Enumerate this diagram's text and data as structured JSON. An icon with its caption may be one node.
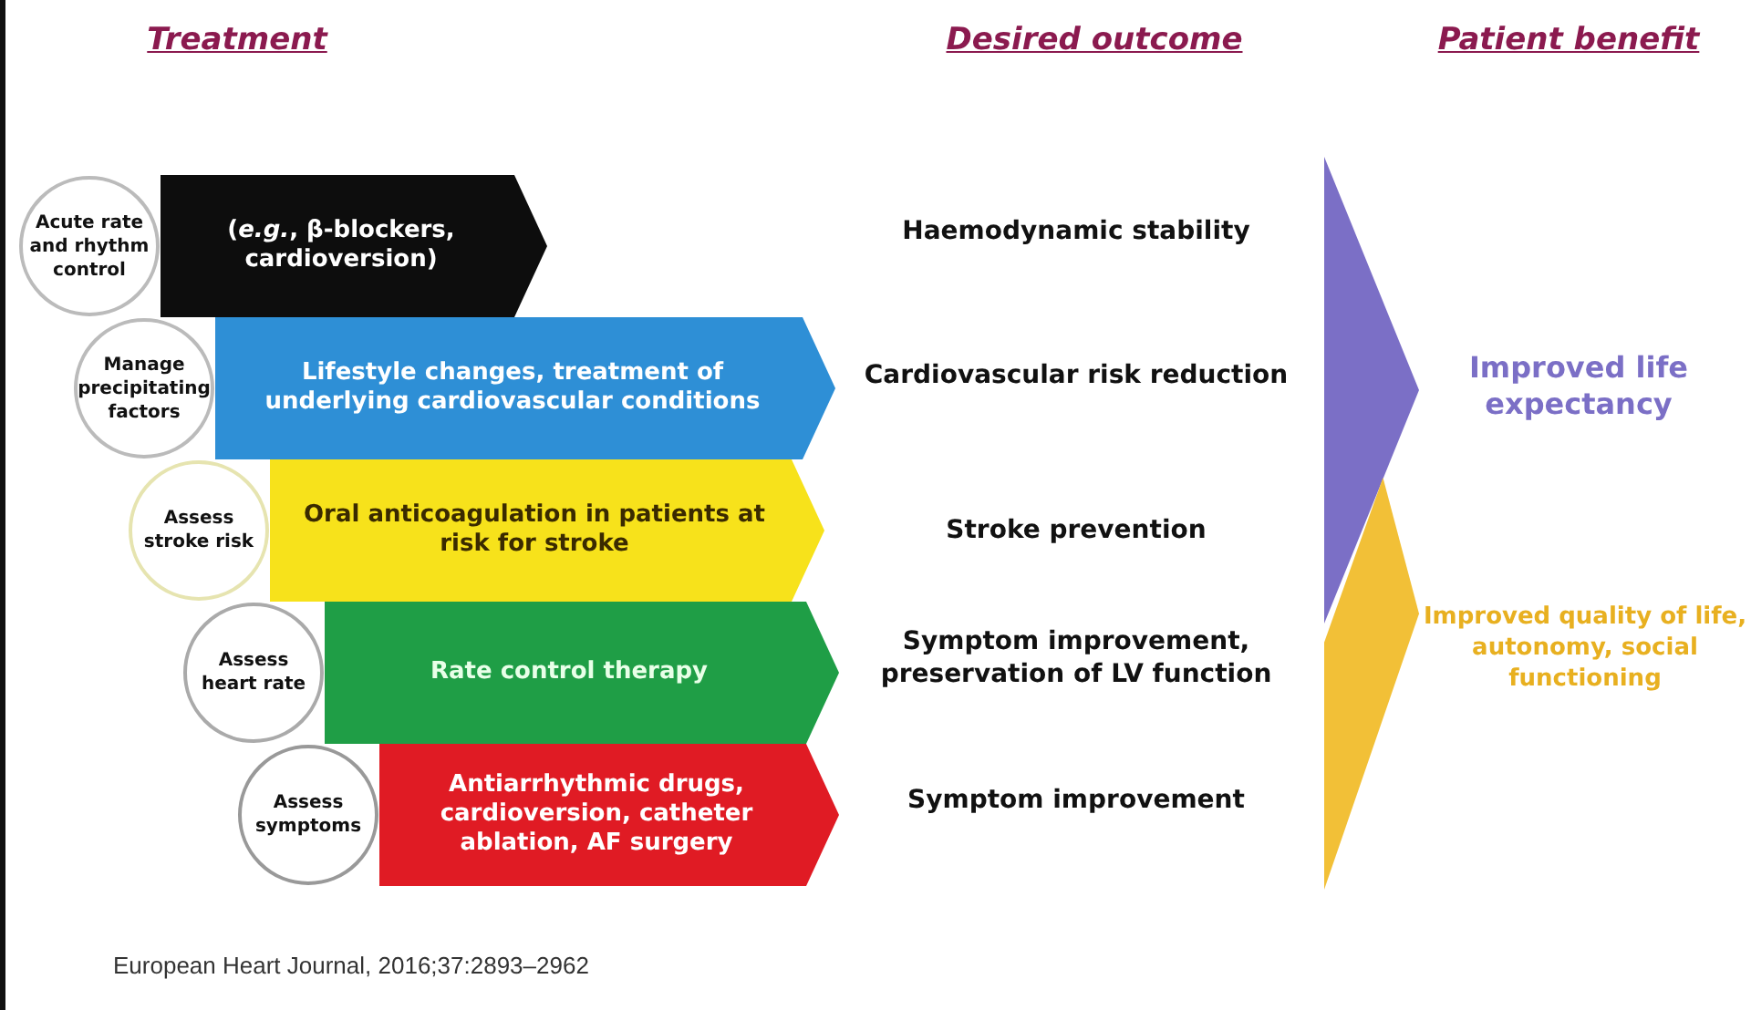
{
  "diagram": {
    "caption": "European Heart Journal, 2016;37:2893–2962",
    "nodes": [
      {
        "text": [
          "Acute rate and rhythm control"
        ]
      },
      {
        "text": [
          "(*e.g.*, β-blockers, cardioversion)"
        ]
      },
      {
        "text": [
          "Manage precipitating factors"
        ]
      },
      {
        "text": [
          "Lifestyle changes, treatment of underlying cardiovascular conditions"
        ]
      },
      {
        "text": [
          "Assess stroke risk"
        ]
      },
      {
        "text": [
          "Oral anticoagulation in patients at risk for stroke"
        ]
      },
      {
        "text": [
          "Assess heart rate"
        ]
      },
      {
        "text": [
          "Rate control therapy"
        ]
      },
      {
        "text": [
          "Assess symptoms"
        ]
      },
      {
        "text": [
          "Antiarrhythmic drugs, cardioversion, catheter ablation, AF surgery"
        ]
      },
      {
        "text": [],
        "shape": "arrow",
        "beside": [
          "Improved life expectancy"
        ]
      },
      {
        "text": [],
        "shape": "arrow",
        "beside": [
          "Improved quality of life, autonomy, social functioning"
        ]
      }
    ],
    "labels": [
      "Treatment",
      "Desired outcome",
      "Patient benefit",
      "Haemodynamic stability",
      "Cardiovascular risk reduction",
      "Stroke prevention",
      "Symptom improvement, preservation of LV function",
      "Symptom improvement"
    ]
  }
}
